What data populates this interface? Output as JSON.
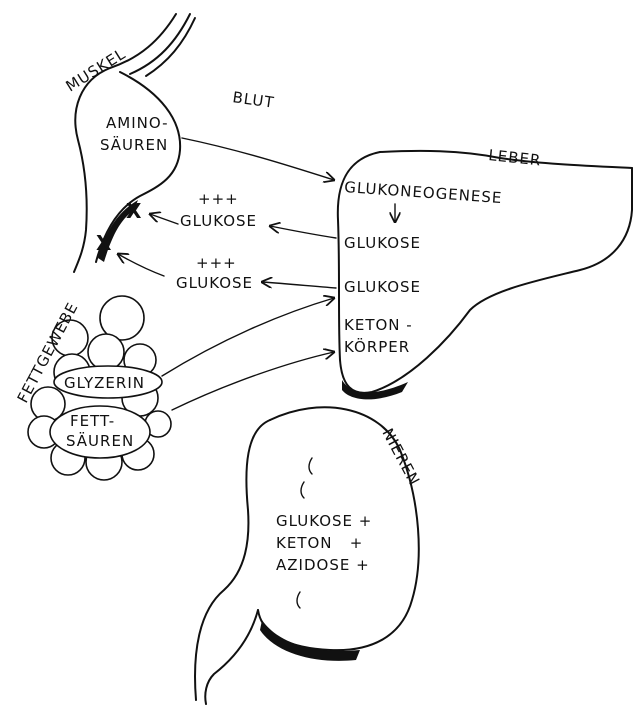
{
  "labels": {
    "muskel": "MUSKEL",
    "blut": "BLUT",
    "aminosaeuren_1": "AMINO-",
    "aminosaeuren_2": "SÄUREN",
    "leber": "LEBER",
    "glukoneogenese": "GLUKONEOGENESE",
    "glukose_leber_1": "GLUKOSE",
    "glukose_leber_2": "GLUKOSE",
    "keton_1": "KETON -",
    "keton_2": "KÖRPER",
    "plus_1": "+++",
    "glukose_blut_1": "GLUKOSE",
    "plus_2": "+++",
    "glukose_blut_2": "GLUKOSE",
    "fettgewebe": "FETTGEWEBE",
    "glyzerin": "GLYZERIN",
    "fett_1": "FETT-",
    "fett_2": "SÄUREN",
    "nieren": "NIEREN",
    "nieren_glukose": "GLUKOSE +",
    "nieren_keton": "KETON   +",
    "nieren_azidose": "AZIDOSE +",
    "block_mark": "X"
  }
}
